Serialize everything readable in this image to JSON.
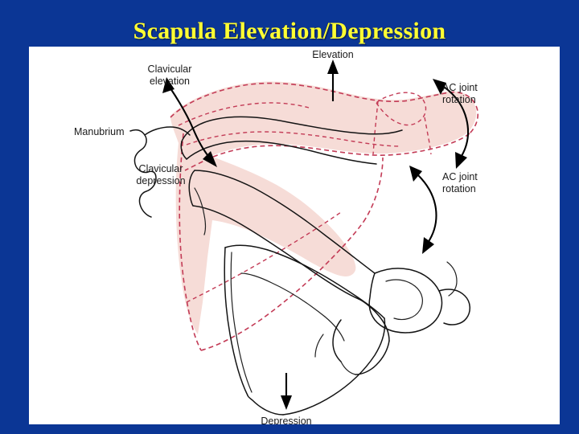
{
  "slide": {
    "title": "Scapula Elevation/Depression",
    "background_color": "#0b3695",
    "title_color": "#ffff33",
    "panel_color": "#ffffff"
  },
  "figure": {
    "name": "scapula-elevation-depression-diagram",
    "shade_color": "#f6dcd7",
    "dashed_outline_color": "#c33b56",
    "bone_outline_color": "#141414",
    "labels": {
      "elevation": "Elevation",
      "depression": "Depression",
      "manubrium": "Manubrium",
      "clavicular_elevation_line1": "Clavicular",
      "clavicular_elevation_line2": "elevation",
      "clavicular_depression_line1": "Clavicular",
      "clavicular_depression_line2": "depression",
      "ac_joint_rotation_top_line1": "AC joint",
      "ac_joint_rotation_top_line2": "rotation",
      "ac_joint_rotation_bottom_line1": "AC joint",
      "ac_joint_rotation_bottom_line2": "rotation"
    }
  }
}
